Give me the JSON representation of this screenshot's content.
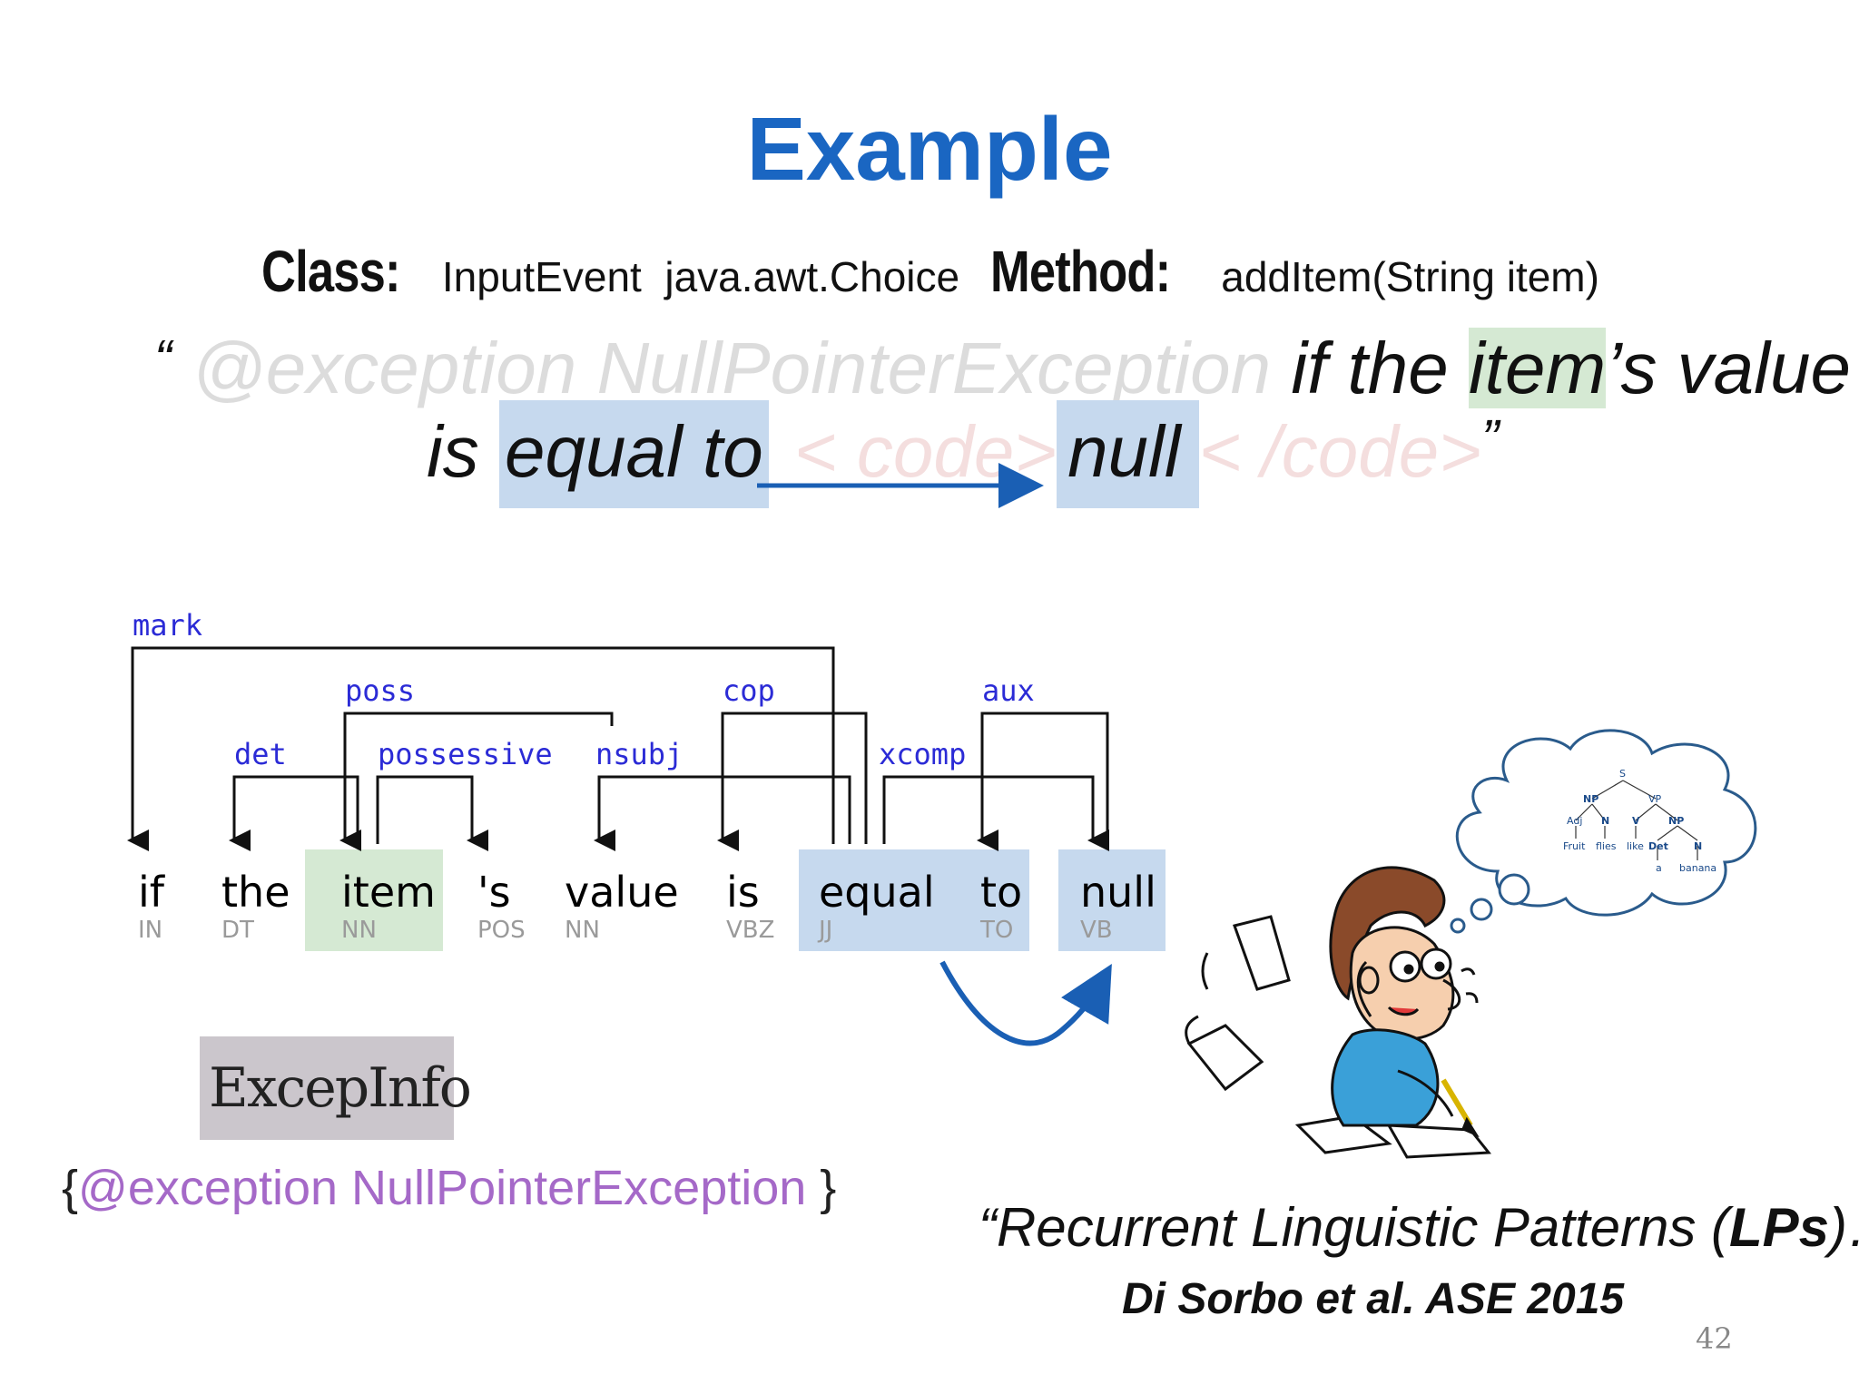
{
  "title": "Example",
  "header": {
    "class_label": "Class:",
    "class_values": "InputEvent  java.awt.Choice",
    "method_label": "Method:",
    "method_value": "addItem(String item)"
  },
  "quote": {
    "open": "“",
    "faint_prefix": "@exception NullPointerException",
    "text_a": "if the ",
    "item": "item",
    "text_b": "’s value",
    "line2_a": "is ",
    "equal_to": "equal to",
    "code_open": "< code>",
    "null": "null",
    "code_close": "< /code>",
    "close": "”"
  },
  "parse": {
    "words": [
      {
        "word": "if",
        "tag": "IN"
      },
      {
        "word": "the",
        "tag": "DT"
      },
      {
        "word": "item",
        "tag": "NN"
      },
      {
        "word": "'s",
        "tag": "POS"
      },
      {
        "word": "value",
        "tag": "NN"
      },
      {
        "word": "is",
        "tag": "VBZ"
      },
      {
        "word": "equal",
        "tag": "JJ"
      },
      {
        "word": "to",
        "tag": "TO"
      },
      {
        "word": "null",
        "tag": "VB"
      }
    ],
    "relations": {
      "mark": "mark",
      "poss": "poss",
      "cop": "cop",
      "aux": "aux",
      "det": "det",
      "possessive": "possessive",
      "nsubj": "nsubj",
      "xcomp": "xcomp"
    }
  },
  "exception": {
    "box_label": "ExcepInfo",
    "brace_open": "{",
    "text": "@exception NullPointerException",
    "brace_close": " }"
  },
  "tree": {
    "S": "S",
    "NP1": "NP",
    "VP": "VP",
    "Adj": "Adj",
    "N1": "N",
    "V": "V",
    "NP2": "NP",
    "Fruit": "Fruit",
    "flies": "flies",
    "like": "like",
    "Det": "Det",
    "N2": "N",
    "a": "a",
    "banana": "banana"
  },
  "citation": {
    "quote_open": "“Recurrent Linguistic Patterns (",
    "bold": "LPs",
    "quote_close": ")…”",
    "author": "Di Sorbo et al. ASE 2015"
  },
  "page_number": "42"
}
